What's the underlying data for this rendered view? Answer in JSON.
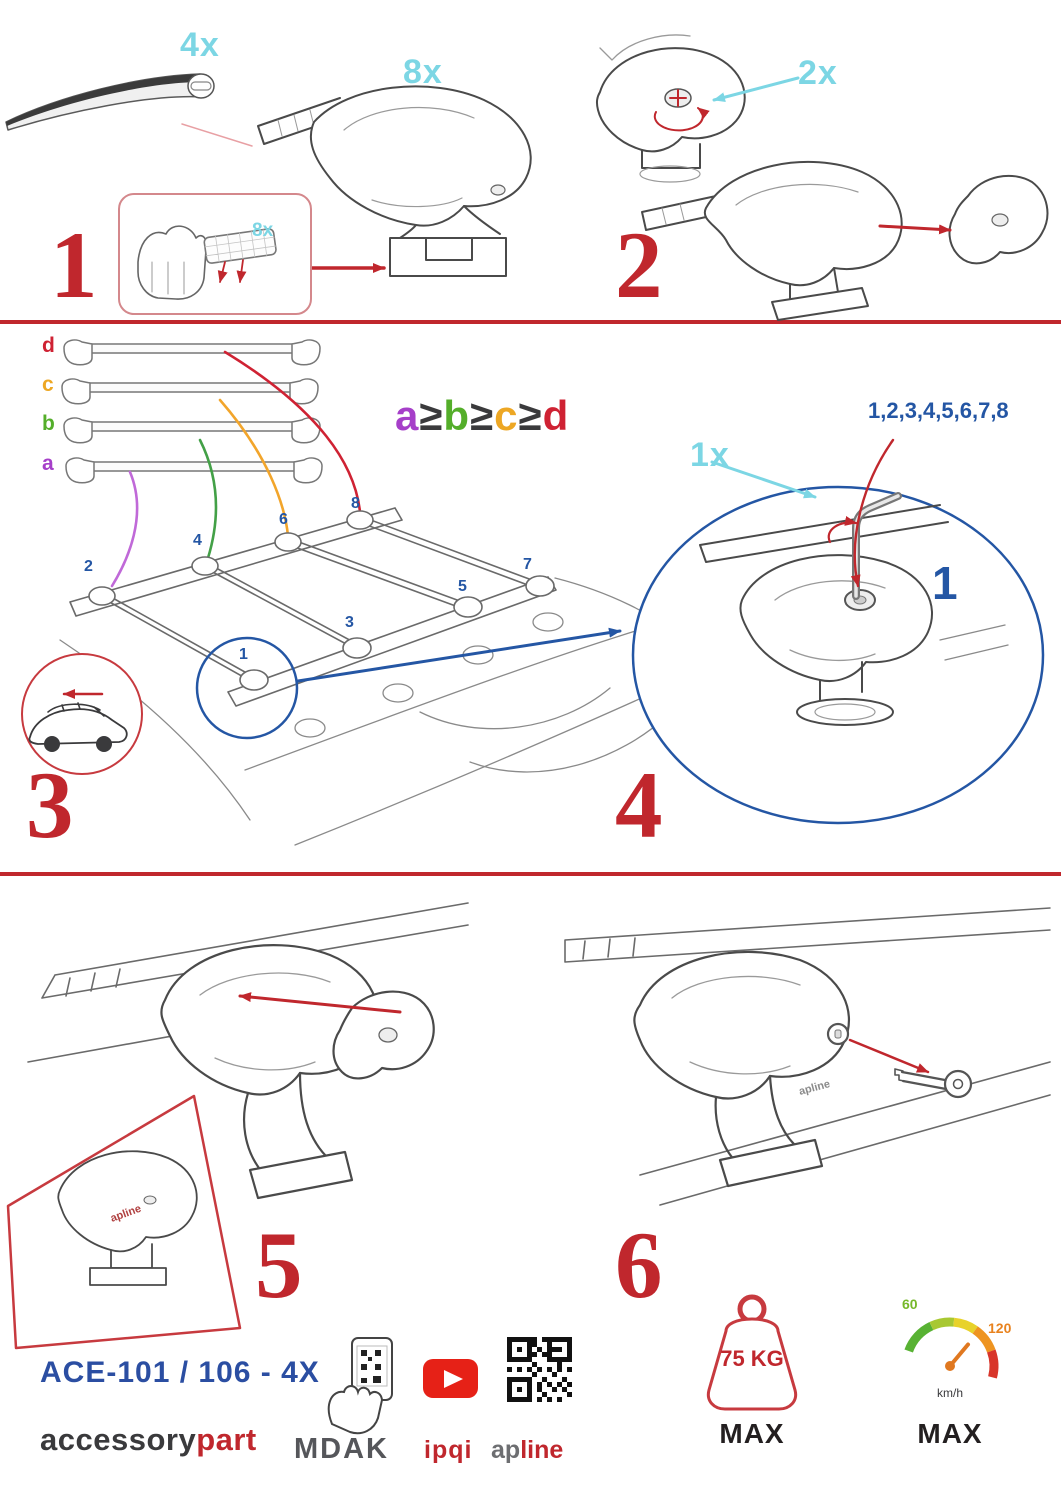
{
  "quantities": {
    "bar": "4x",
    "clamp": "8x",
    "pads": "8x",
    "screws": "2x",
    "key": "1x"
  },
  "steps": {
    "s1": "1",
    "s2": "2",
    "s3": "3",
    "s4": "4",
    "s5": "5",
    "s6": "6"
  },
  "step3": {
    "bar_labels": {
      "d": "d",
      "c": "c",
      "b": "b",
      "a": "a"
    },
    "formula": {
      "a": "a",
      "gte": "≥",
      "b": "b",
      "c": "c",
      "d": "d"
    },
    "positions": [
      "1",
      "2",
      "3",
      "4",
      "5",
      "6",
      "7",
      "8"
    ]
  },
  "step4": {
    "sequence": "1,2,3,4,5,6,7,8",
    "callout": "1"
  },
  "clamp_logo": "apline",
  "footer": {
    "model": "ACE-101 / 106 - 4X",
    "brand": {
      "first": "accessory",
      "second": "part"
    },
    "logos": {
      "mdak": "MDAK",
      "ipqi": "ipqi",
      "apline_first": "ap",
      "apline_second": "line"
    },
    "weight": {
      "value": "75 KG",
      "max": "MAX"
    },
    "speed": {
      "low": "60",
      "high": "120",
      "unit": "km/h",
      "max": "MAX"
    }
  },
  "colors": {
    "red": "#c0272d",
    "blue": "#2456a4",
    "cyan": "#7cd6e4",
    "purple": "#a63fc9",
    "green": "#54ae2a",
    "orange": "#eda724"
  }
}
